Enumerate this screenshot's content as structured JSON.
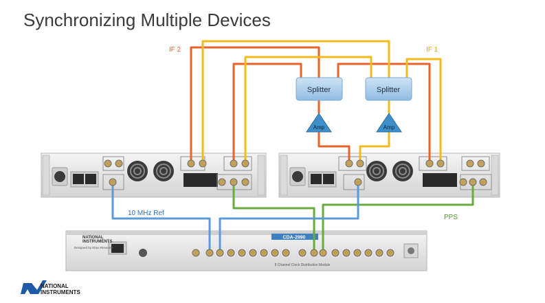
{
  "slide": {
    "title": "Synchronizing Multiple Devices"
  },
  "labels": {
    "if2": "IF 2",
    "if1": "IF 1",
    "splitter": "Splitter",
    "amp": "Amp",
    "ref": "10 MHz Ref",
    "pps": "PPS"
  },
  "module": {
    "brand_line1": "NATIONAL",
    "brand_line2": "INSTRUMENTS",
    "designed_by": "Designed by Ettus Research",
    "model": "CDA-2990",
    "description": "8 Channel Clock Distribution Module"
  },
  "logo": {
    "line1": "NATIONAL",
    "line2": "INSTRUMENTS"
  },
  "colors": {
    "if2": "#e8622a",
    "if1": "#f2bb1a",
    "ref": "#5b9bd5",
    "pps": "#6aab3f",
    "splitter_fill": "#a9cdea",
    "amp_fill": "#3d8ec9",
    "chassis": "#e6e6e6"
  }
}
